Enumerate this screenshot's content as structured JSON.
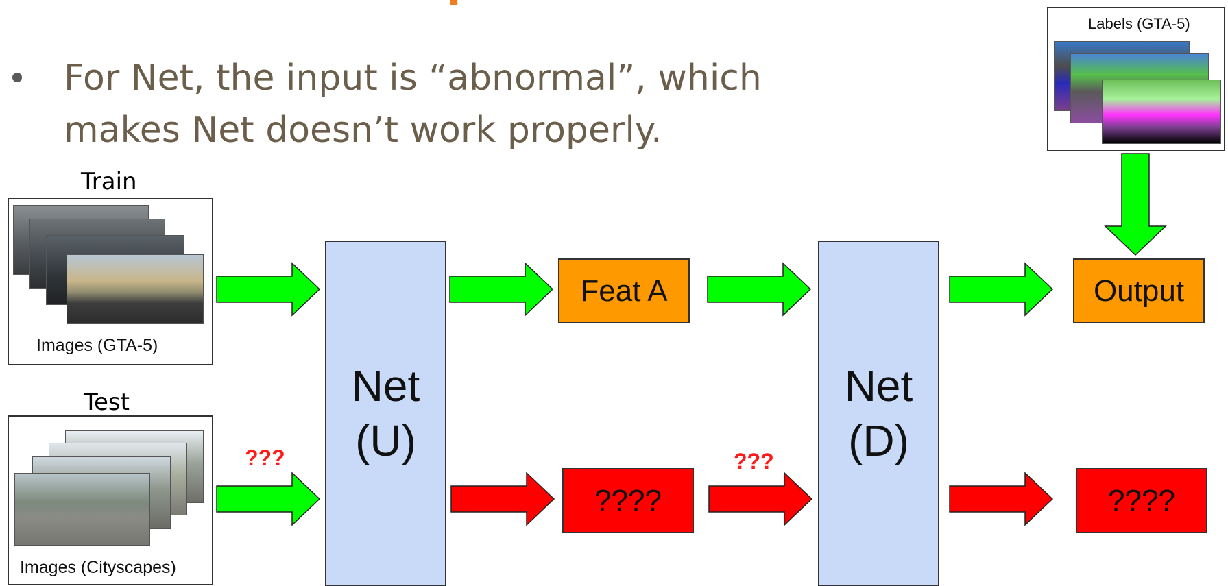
{
  "slide": {
    "title": "Issue: Domain Adaptation",
    "bullet": "For Net, the input is “abnormal”, which makes Net doesn’t work properly."
  },
  "train": {
    "caption": "Train",
    "images_label": "Images (GTA-5)"
  },
  "test": {
    "caption": "Test",
    "images_label": "Images (Cityscapes)"
  },
  "labels": {
    "label": "Labels (GTA-5)"
  },
  "net_u": {
    "line1": "Net",
    "line2": "(U)"
  },
  "net_d": {
    "line1": "Net",
    "line2": "(D)"
  },
  "feat_a": {
    "label": "Feat A"
  },
  "output": {
    "label": "Output"
  },
  "unknown_feat": {
    "label": "????"
  },
  "unknown_output": {
    "label": "????"
  },
  "question_marks": {
    "test_input": "???",
    "feature_to_net_d": "???"
  },
  "colors": {
    "title": "#ef7d22",
    "green_arrow": "#00ff00",
    "red_arrow": "#ff0000",
    "net_fill": "#c9daf8",
    "orange_box": "#ff9900",
    "red_box": "#ff0000"
  }
}
